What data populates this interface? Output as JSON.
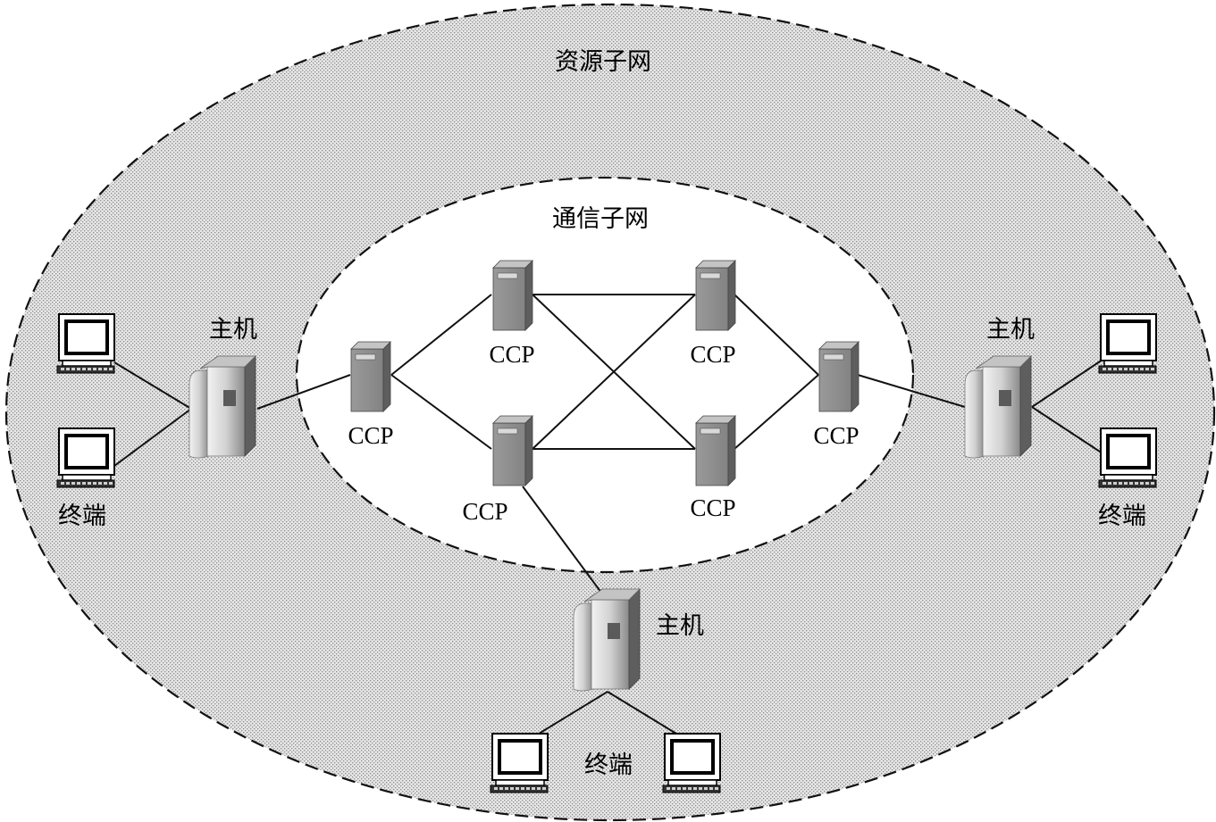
{
  "labels": {
    "resource_subnet": "资源子网",
    "comm_subnet": "通信子网",
    "host": "主机",
    "terminal": "终端",
    "ccp": "CCP"
  },
  "colors": {
    "stipple_bg": "#e6e6e6",
    "stipple_dot": "#8c8c8c",
    "inner_fill": "#ffffff",
    "node_front": "#8f8f8f",
    "node_side": "#5e5e5e",
    "node_top": "#c4c4c4"
  },
  "icons": {
    "ccp": "server-tower-icon",
    "host": "mainframe-icon",
    "terminal": "computer-terminal-icon"
  },
  "nodes": {
    "ccps": [
      {
        "id": "ccp-left"
      },
      {
        "id": "ccp-upper-mid-left"
      },
      {
        "id": "ccp-lower-mid-left"
      },
      {
        "id": "ccp-upper-mid-right"
      },
      {
        "id": "ccp-lower-mid-right"
      },
      {
        "id": "ccp-right"
      }
    ],
    "hosts": [
      {
        "id": "host-left"
      },
      {
        "id": "host-right"
      },
      {
        "id": "host-bottom"
      }
    ],
    "terminals": [
      {
        "id": "terminal-left-top"
      },
      {
        "id": "terminal-left-bottom"
      },
      {
        "id": "terminal-right-top"
      },
      {
        "id": "terminal-right-bottom"
      },
      {
        "id": "terminal-bottom-left"
      },
      {
        "id": "terminal-bottom-right"
      }
    ]
  },
  "links": [
    [
      "terminal-left-top",
      "host-left"
    ],
    [
      "terminal-left-bottom",
      "host-left"
    ],
    [
      "host-left",
      "ccp-left"
    ],
    [
      "ccp-left",
      "ccp-upper-mid-left"
    ],
    [
      "ccp-left",
      "ccp-lower-mid-left"
    ],
    [
      "ccp-upper-mid-left",
      "ccp-upper-mid-right"
    ],
    [
      "ccp-upper-mid-left",
      "ccp-lower-mid-right"
    ],
    [
      "ccp-lower-mid-left",
      "ccp-upper-mid-right"
    ],
    [
      "ccp-lower-mid-left",
      "ccp-lower-mid-right"
    ],
    [
      "ccp-upper-mid-right",
      "ccp-right"
    ],
    [
      "ccp-lower-mid-right",
      "ccp-right"
    ],
    [
      "ccp-right",
      "host-right"
    ],
    [
      "host-right",
      "terminal-right-top"
    ],
    [
      "host-right",
      "terminal-right-bottom"
    ],
    [
      "ccp-lower-mid-left",
      "host-bottom"
    ],
    [
      "host-bottom",
      "terminal-bottom-left"
    ],
    [
      "host-bottom",
      "terminal-bottom-right"
    ]
  ]
}
